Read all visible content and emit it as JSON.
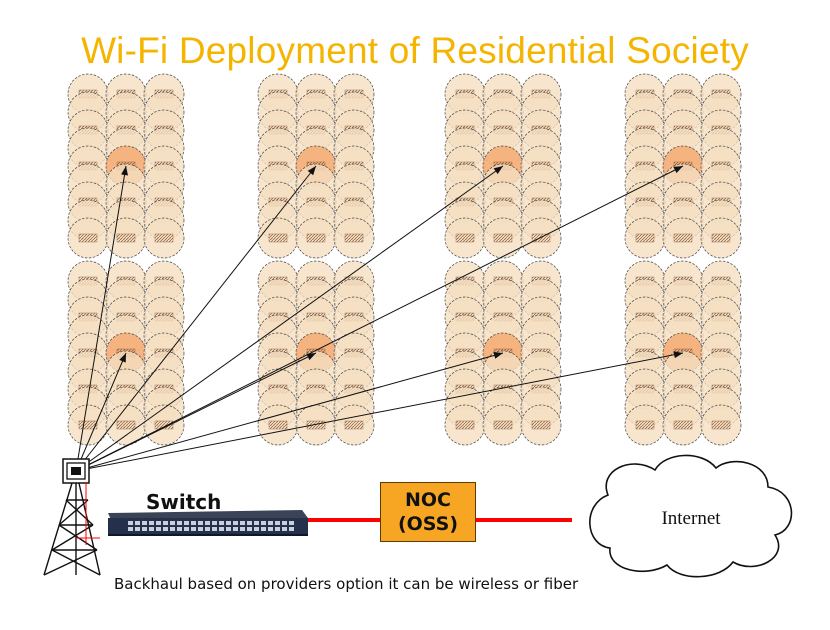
{
  "title": "Wi-Fi Deployment of Residential Society",
  "switch_label": "Switch",
  "noc": {
    "line1": "NOC",
    "line2": "(OSS)"
  },
  "internet_label": "Internet",
  "caption": "Backhaul based on providers option it can be wireless or fiber",
  "colors": {
    "title": "#F4B400",
    "cell_fill": "#F5DEC0",
    "ap_fill": "#F4B07A",
    "link": "#FF0000",
    "noc_fill": "#F6A623"
  },
  "blocks": [
    {
      "name": "building-block-1"
    },
    {
      "name": "building-block-2"
    },
    {
      "name": "building-block-3"
    },
    {
      "name": "building-block-4"
    },
    {
      "name": "building-block-5"
    },
    {
      "name": "building-block-6"
    },
    {
      "name": "building-block-7"
    },
    {
      "name": "building-block-8"
    }
  ]
}
